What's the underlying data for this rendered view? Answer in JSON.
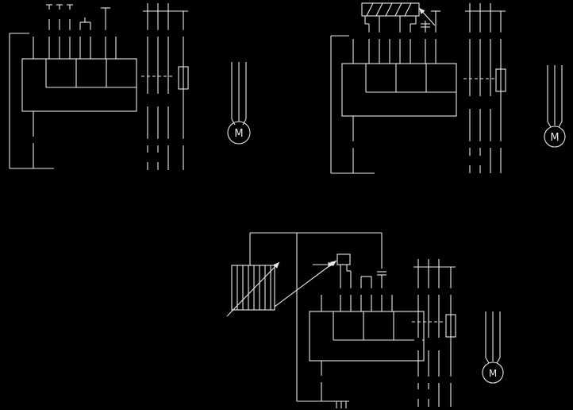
{
  "page": {
    "background_color": "#000000",
    "line_color": "#e9e9e9"
  },
  "diagrams": [
    {
      "name": "wiring-diagram-1",
      "motor_label": "M"
    },
    {
      "name": "wiring-diagram-2",
      "motor_label": "M"
    },
    {
      "name": "wiring-diagram-3",
      "motor_label": "M"
    }
  ]
}
